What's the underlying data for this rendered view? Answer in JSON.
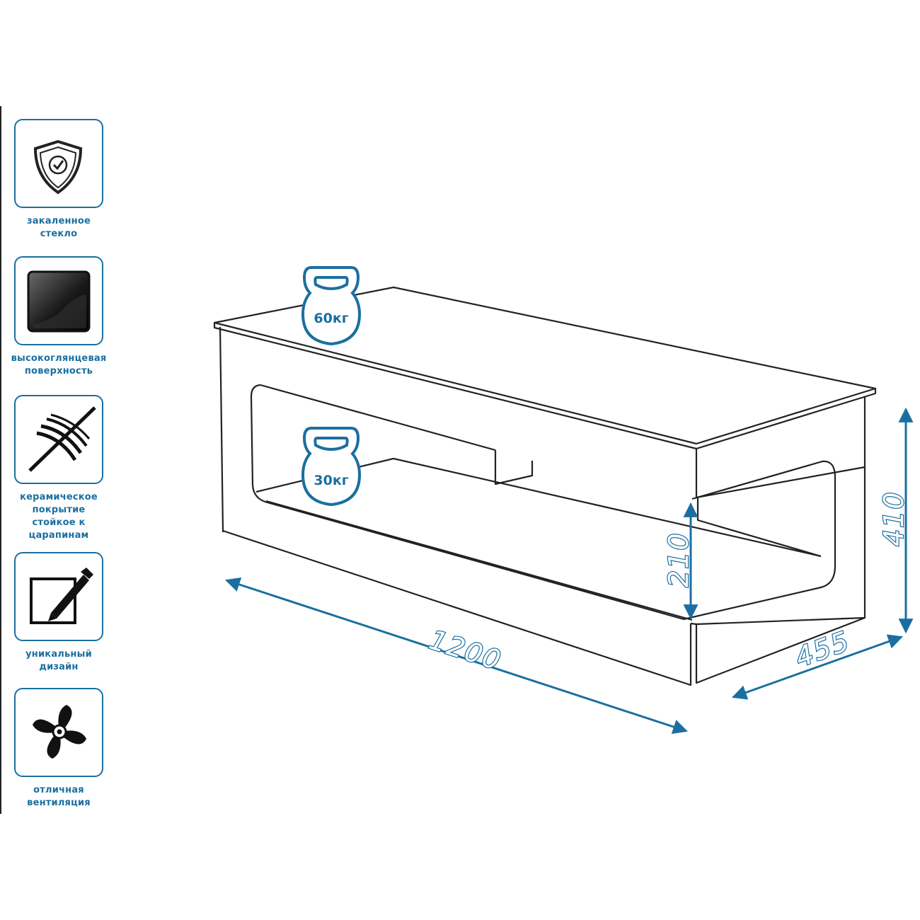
{
  "features": [
    {
      "icon": "shield-check-icon",
      "label": "закаленное\nстекло"
    },
    {
      "icon": "glossy-square-icon",
      "label": "высокоглянцевая\nповерхность"
    },
    {
      "icon": "scratch-icon",
      "label": "керамическое\nпокрытие\nстойкое к\nцарапинам"
    },
    {
      "icon": "design-pen-icon",
      "label": "уникальный\nдизайн"
    },
    {
      "icon": "fan-icon",
      "label": "отличная\nвентиляция"
    }
  ],
  "dimensions": {
    "length": "1200",
    "depth": "455",
    "height": "410",
    "shelf_height": "210"
  },
  "loads": {
    "top": "60кг",
    "shelf": "30кг"
  },
  "colors": {
    "accent": "#1b6fa0",
    "line": "#222222"
  }
}
